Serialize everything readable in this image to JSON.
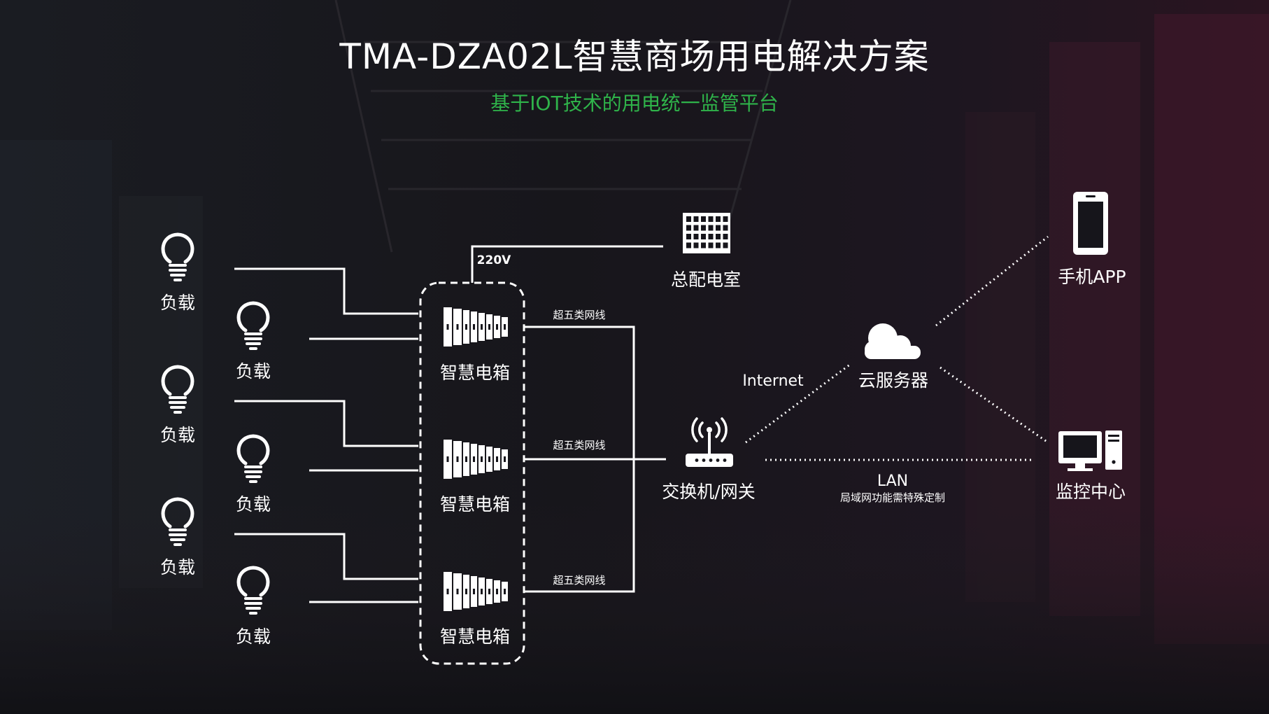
{
  "title": "TMA-DZA02L智慧商场用电解决方案",
  "subtitle": "基于IOT技术的用电统一监管平台",
  "colors": {
    "title": "#ffffff",
    "subtitle": "#2fb34a",
    "lines": "#ffffff",
    "background": "#16151b"
  },
  "loads": [
    "负载",
    "负载",
    "负载",
    "负载",
    "负载",
    "负载"
  ],
  "boxes": [
    "智慧电箱",
    "智慧电箱",
    "智慧电箱"
  ],
  "cable_labels": [
    "超五类网线",
    "超五类网线",
    "超五类网线"
  ],
  "voltage_label": "220V",
  "distribution_room": "总配电室",
  "switch_gateway": "交换机/网关",
  "internet_label": "Internet",
  "cloud_server": "云服务器",
  "mobile_app": "手机APP",
  "monitor_center": "监控中心",
  "lan": {
    "label": "LAN",
    "note": "局域网功能需特殊定制"
  },
  "icons": {
    "load": "lightbulb-icon",
    "box": "breaker-panel-icon",
    "distribution_room": "building-grid-icon",
    "gateway": "router-icon",
    "cloud": "cloud-icon",
    "mobile": "smartphone-icon",
    "monitor": "desktop-computer-icon"
  }
}
